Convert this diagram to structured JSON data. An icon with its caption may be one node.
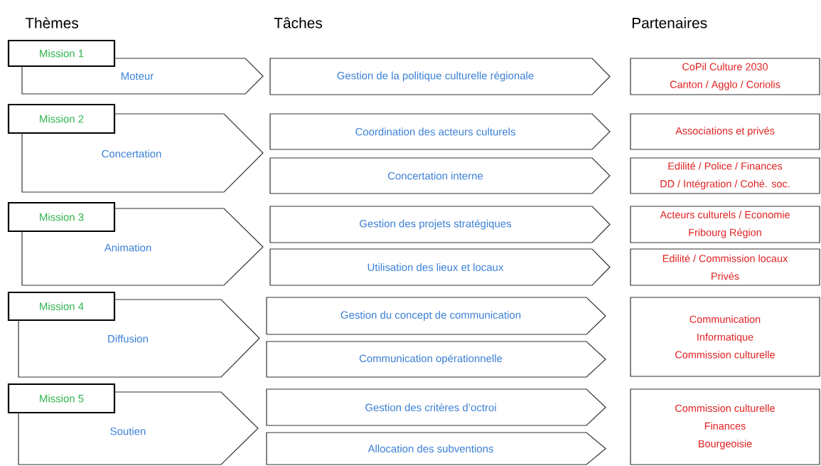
{
  "diagram": {
    "nodes": [
      {
        "text": [
          "Mission 1"
        ]
      },
      {
        "text": [
          "Moteur"
        ]
      },
      {
        "text": [
          "Gestion de la politique culturelle régionale"
        ]
      },
      {
        "text": [
          "CoPil Culture 2030",
          "Canton / Agglo / Coriolis"
        ]
      },
      {
        "text": [
          "Mission 2"
        ]
      },
      {
        "text": [
          "Concertation"
        ]
      },
      {
        "text": [
          "Coordination des acteurs culturels"
        ]
      },
      {
        "text": [
          "Associations et privés"
        ]
      },
      {
        "text": [
          "Concertation interne"
        ]
      },
      {
        "text": [
          "Edilité / Police / Finances",
          "DD / Intégration / Cohé. soc."
        ]
      },
      {
        "text": [
          "Mission 3"
        ]
      },
      {
        "text": [
          "Animation"
        ]
      },
      {
        "text": [
          "Gestion des projets stratégiques"
        ]
      },
      {
        "text": [
          "Acteurs culturels / Economie",
          "Fribourg Région"
        ]
      },
      {
        "text": [
          "Utilisation des lieux et locaux"
        ]
      },
      {
        "text": [
          "Edilité / Commission locaux",
          "Privés"
        ]
      },
      {
        "text": [
          "Mission 4"
        ]
      },
      {
        "text": [
          "Diffusion"
        ]
      },
      {
        "text": [
          "Gestion du concept de communication"
        ]
      },
      {
        "text": [
          "Communication opérationnelle"
        ]
      },
      {
        "text": [
          "Communication",
          "Informatique",
          "Commission culturelle"
        ]
      },
      {
        "text": [
          "Mission 5"
        ]
      },
      {
        "text": [
          "Soutien"
        ]
      },
      {
        "text": [
          "Gestion des critères d’octroi"
        ]
      },
      {
        "text": [
          "Allocation des subventions"
        ]
      },
      {
        "text": [
          "Commission culturelle",
          "Finances",
          "Bourgeoisie"
        ]
      }
    ],
    "labels": [
      "Thèmes",
      "Tâches",
      "Partenaires"
    ]
  }
}
